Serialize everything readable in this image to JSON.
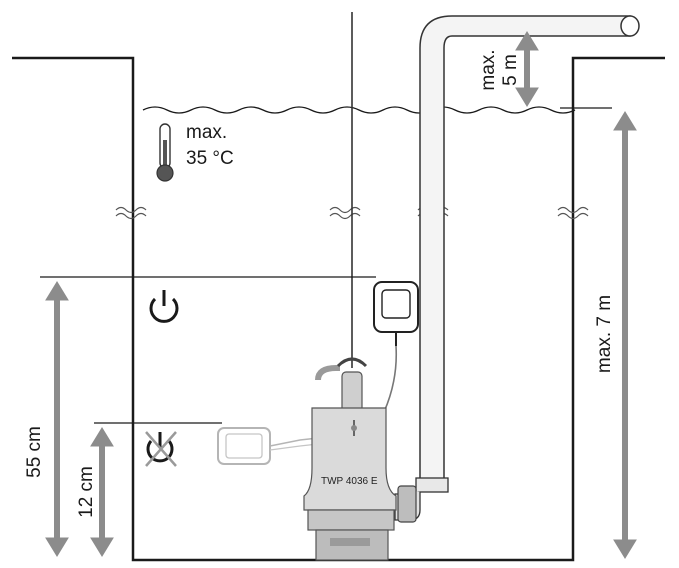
{
  "labels": {
    "max_height": "max. 5 m",
    "max_temp_line1": "max.",
    "max_temp_line2": "35 °C",
    "max_depth": "max. 7 m",
    "switch_on_level": "55 cm",
    "switch_off_level": "12 cm",
    "model": "TWP 4036 E"
  },
  "colors": {
    "line": "#1a1a1a",
    "arrow": "#8c8c8c",
    "pump": "#d6d6d6",
    "pipe": "#f2f2f2"
  },
  "icons": {
    "on": "power-on-icon",
    "off": "power-off-crossed-icon",
    "temperature": "thermometer-icon"
  }
}
